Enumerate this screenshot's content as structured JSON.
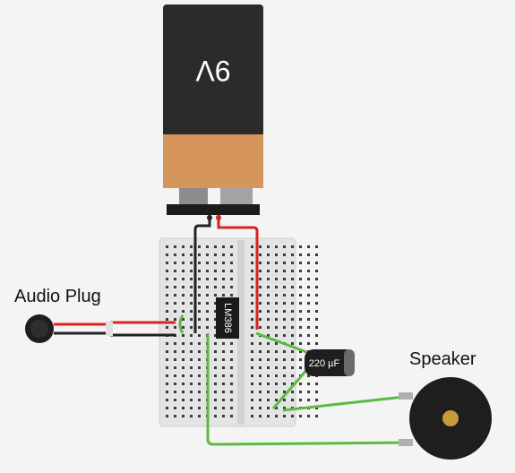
{
  "battery": {
    "label": "9V",
    "colors": {
      "body": "#2a2a2a",
      "band": "#d6955c",
      "terminal": "#9a9a9a"
    }
  },
  "ic": {
    "label": "LM386"
  },
  "capacitor": {
    "label": "220 µF",
    "color": "#1e1e1e"
  },
  "labels": {
    "audio_plug": "Audio Plug",
    "speaker": "Speaker"
  },
  "wire_colors": {
    "red": "#d8231f",
    "black": "#222222",
    "green": "#5cb945"
  },
  "speaker": {
    "cone": "#1e1e1e",
    "center": "#c49a3a"
  },
  "breadboard": {
    "color": "#e6e6e6",
    "hole": "#3a3a3a"
  }
}
